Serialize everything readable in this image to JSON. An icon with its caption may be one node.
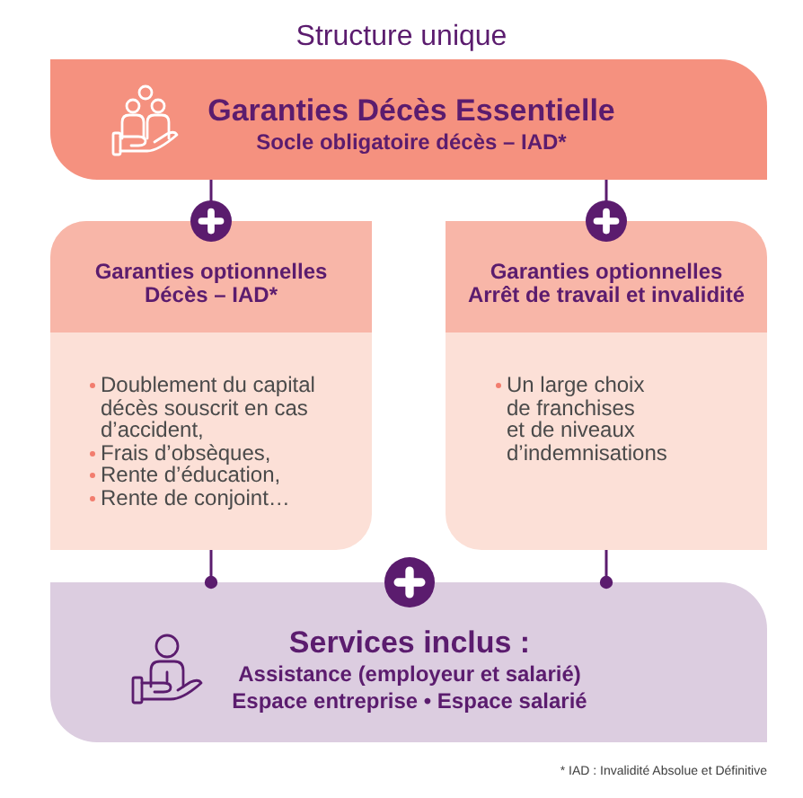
{
  "diagram": {
    "title": "Structure unique",
    "nodes": [
      {
        "text": [
          "Garanties Décès Essentielle",
          "Socle obligatoire décès – IAD*"
        ]
      },
      {
        "text": [
          "Garanties optionnelles",
          "Décès – IAD*",
          "Doublement du capital décès souscrit en cas d’accident,",
          "Frais d’obsèques,",
          "Rente d’éducation,",
          "Rente de conjoint…"
        ]
      },
      {
        "text": [
          "Garanties optionnelles",
          "Arrêt de travail et invalidité",
          "Un large choix de franchises et de niveaux d’indemnisations"
        ]
      },
      {
        "text": [
          "Services inclus :",
          "Assistance (employeur et salarié)",
          "Espace entreprise • Espace salarié"
        ]
      }
    ],
    "edges": [
      {
        "from": 0,
        "to": 1,
        "arrow": "other"
      },
      {
        "from": 0,
        "to": 2,
        "arrow": "other"
      },
      {
        "from": 1,
        "to": 3,
        "arrow": "other"
      },
      {
        "from": 2,
        "to": 3,
        "arrow": "other"
      }
    ],
    "labels": [
      "* IAD : Invalidité Absolue et Définitive"
    ]
  }
}
